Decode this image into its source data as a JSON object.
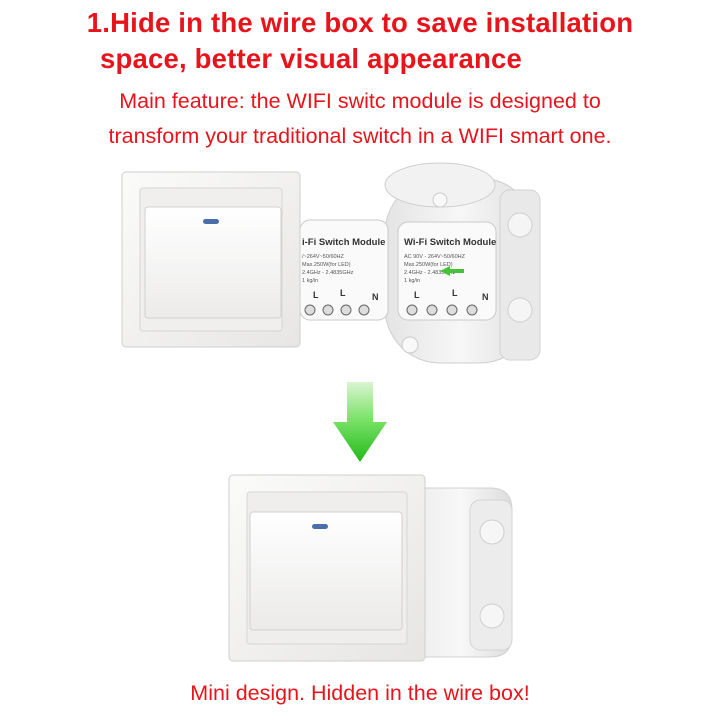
{
  "headline": {
    "line1": "1.Hide in the wire box to save installation",
    "line2": "space, better visual appearance"
  },
  "feature": {
    "line1": "Main feature: the WIFI switc  module  is designed to",
    "line2": "transform your traditional switch in a WIFI smart one."
  },
  "module_left": {
    "title": "i-Fi Switch Module",
    "spec1": "/~264V~50/60HZ",
    "spec2": "Max.250W(for LED)",
    "spec3": "2.4GHz - 2.4835GHz",
    "spec4": "1 kg/in",
    "terminal_left": "L",
    "terminal_mid": "L",
    "terminal_right": "N"
  },
  "module_right": {
    "title": "Wi-Fi Switch Module",
    "spec1": "AC 90V - 264V~50/60HZ",
    "spec2": "Max.250W(for LED)",
    "spec3": "2.4GHz - 2.4835GHz",
    "spec4": "1 kg/in",
    "terminal_left": "L",
    "terminal_mid": "L",
    "terminal_right": "N"
  },
  "caption": "Mini design. Hidden in the wire box!",
  "colors": {
    "text_red": "#e8141b",
    "arrow_green": "#3fcf2c",
    "plate": "#f3f2f0"
  },
  "icons": [
    "down-arrow-icon",
    "indicator-led-icon"
  ]
}
